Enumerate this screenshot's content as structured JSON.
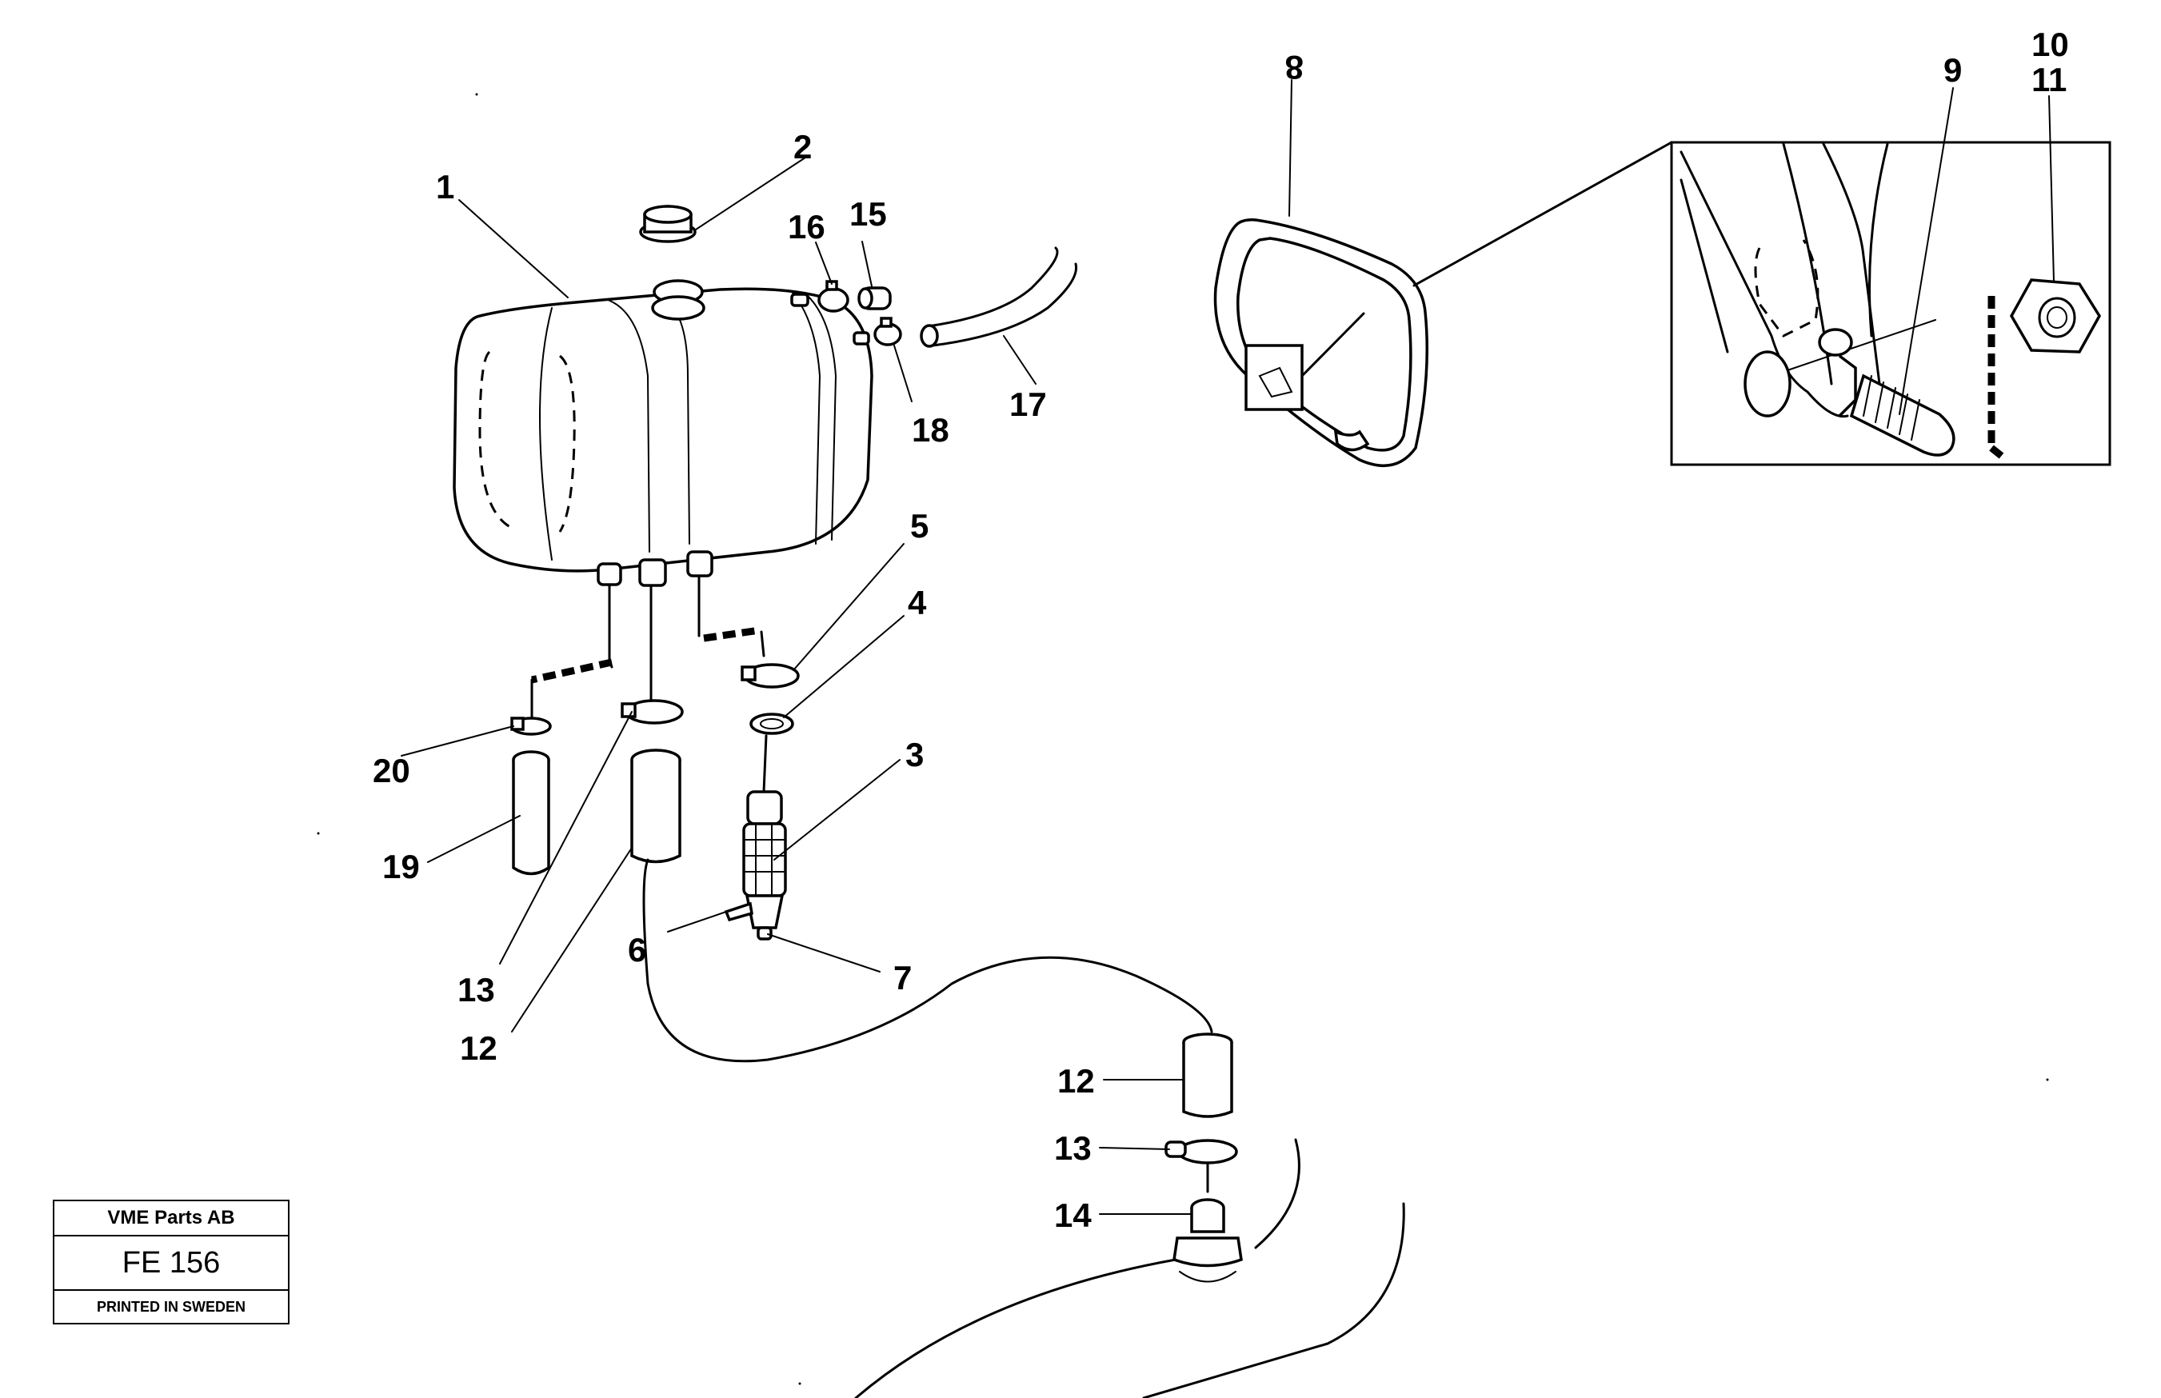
{
  "labels": {
    "l1": "1",
    "l2": "2",
    "l3": "3",
    "l4": "4",
    "l5": "5",
    "l6": "6",
    "l7": "7",
    "l8": "8",
    "l9": "9",
    "l10": "10",
    "l11": "11",
    "l12a": "12",
    "l12b": "12",
    "l13a": "13",
    "l13b": "13",
    "l14": "14",
    "l15": "15",
    "l16": "16",
    "l17": "17",
    "l18": "18",
    "l19": "19",
    "l20": "20"
  },
  "stamp": {
    "company": "VME Parts AB",
    "code": "FE 156",
    "printed": "PRINTED IN SWEDEN"
  }
}
